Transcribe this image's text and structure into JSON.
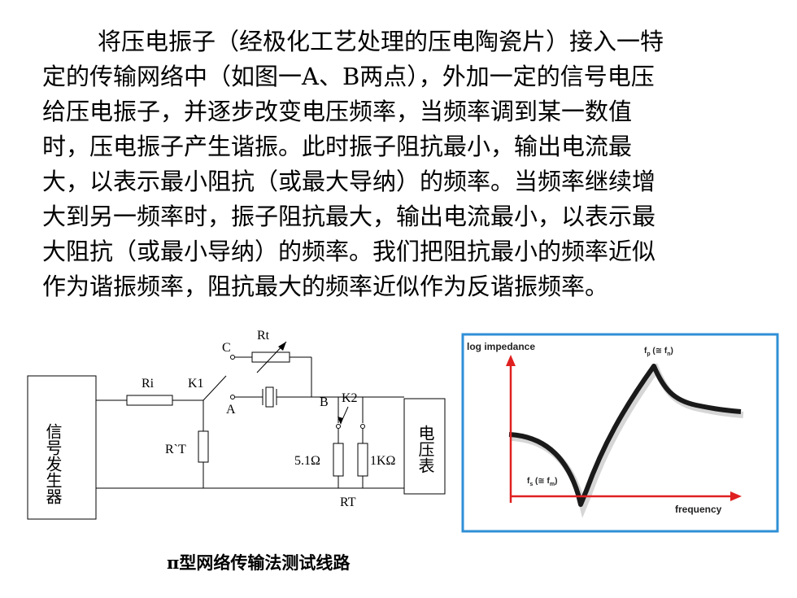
{
  "paragraph": {
    "lines": [
      "将压电振子（经极化工艺处理的压电陶瓷片）接入一特",
      "定的传输网络中（如图一A、B两点），外加一定的信号电压",
      "给压电振子，并逐步改变电压频率，当频率调到某一数值",
      "时，压电振子产生谐振。此时振子阻抗最小，输出电流最",
      "大，以表示最小阻抗（或最大导纳）的频率。当频率继续增",
      "大到另一频率时，振子阻抗最大，输出电流最小，以表示最",
      "大阻抗（或最小导纳）的频率。我们把阻抗最小的频率近似",
      "作为谐振频率，阻抗最大的频率近似作为反谐振频率。"
    ]
  },
  "circuit": {
    "signal_generator": "信号发生器",
    "voltmeter": "电压表",
    "ri": "Ri",
    "k1": "K1",
    "rt_prime": "R`T",
    "c": "C",
    "rt_variable": "Rt",
    "a": "A",
    "b": "B",
    "k2": "K2",
    "r_small": "5.1Ω",
    "r_large": "1KΩ",
    "rt_bottom": "RT"
  },
  "graph": {
    "ylabel": "log impedance",
    "xlabel": "frequency",
    "fp_label": "f",
    "fp_sub": "p",
    "fp_approx": " (≅ f",
    "fp_approx_sub": "n",
    "fs_label": "f",
    "fs_sub": "s",
    "fs_approx": " (≅ f",
    "fs_approx_sub": "m",
    "close_paren": ")",
    "frame_color": "#2f8fd6",
    "axis_color": "#e02020",
    "curve_color": "#1a1a1a"
  },
  "caption": "π型网络传输法测试线路"
}
